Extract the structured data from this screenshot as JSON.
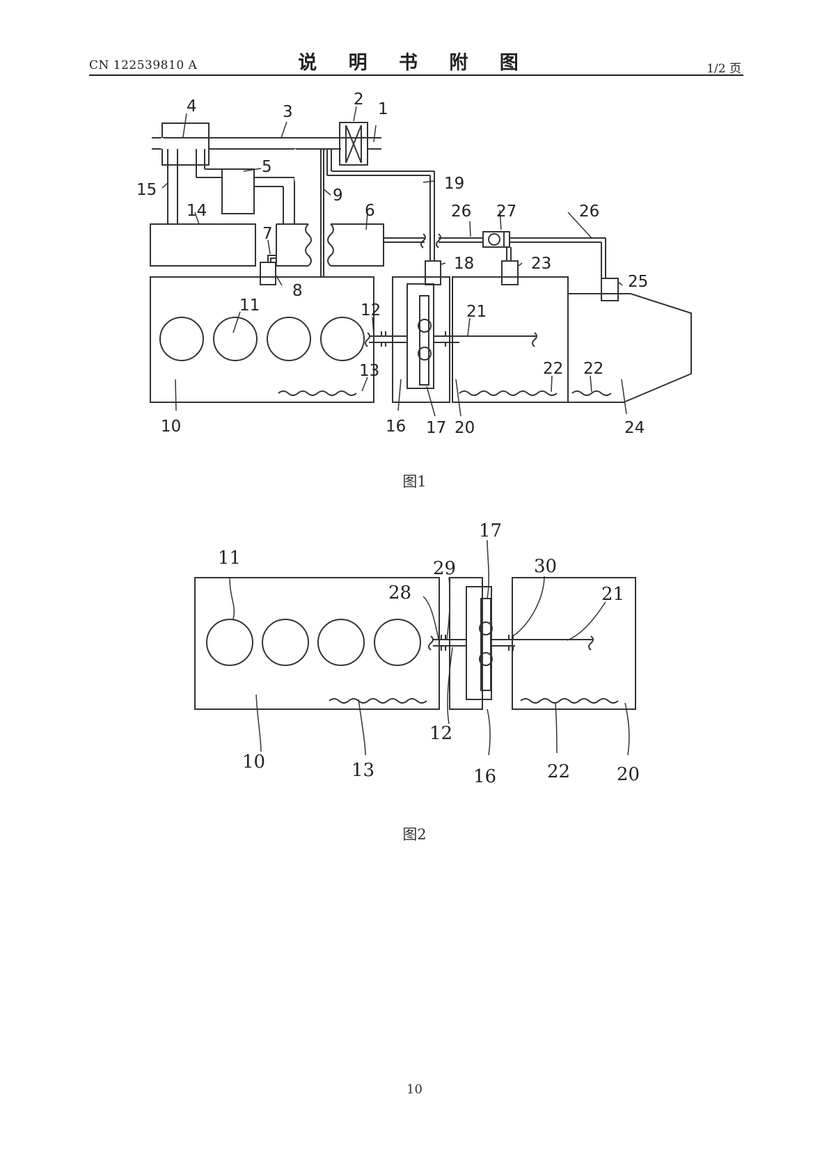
{
  "header": {
    "publication": "CN 122539810 A",
    "title": "说 明 书 附 图",
    "page_of": "1/2 页"
  },
  "figure1": {
    "caption": "图1",
    "labels": [
      "1",
      "2",
      "3",
      "4",
      "5",
      "6",
      "7",
      "8",
      "9",
      "10",
      "11",
      "12",
      "13",
      "14",
      "15",
      "16",
      "17",
      "18",
      "19",
      "20",
      "21",
      "22",
      "22",
      "23",
      "24",
      "25",
      "26",
      "26",
      "27"
    ]
  },
  "figure2": {
    "caption": "图2",
    "labels": [
      "11",
      "17",
      "29",
      "30",
      "28",
      "21",
      "10",
      "13",
      "12",
      "16",
      "22",
      "20"
    ]
  },
  "footer": {
    "page_number": "10"
  }
}
